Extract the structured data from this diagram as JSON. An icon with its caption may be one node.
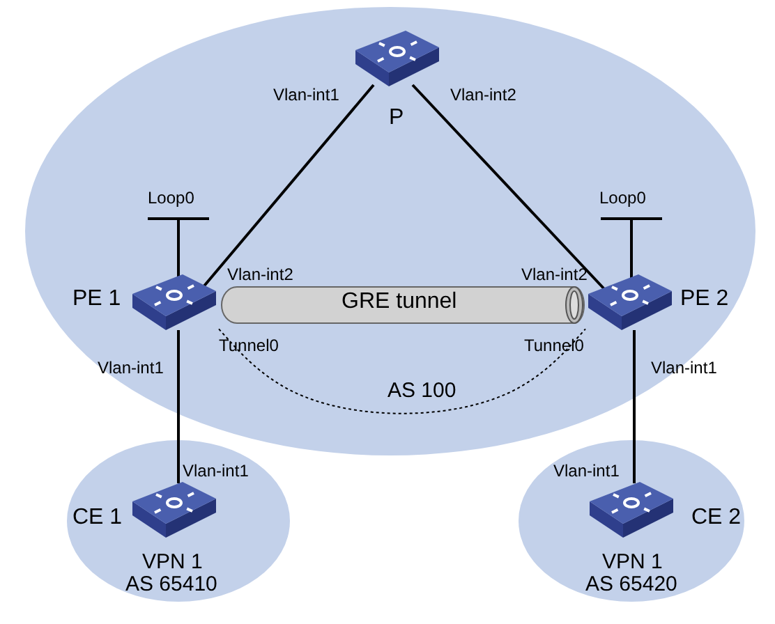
{
  "diagram": {
    "nodes": [
      {
        "text": [
          "AS 100"
        ]
      },
      {
        "text": [
          "P"
        ],
        "in": 0
      },
      {
        "text": [
          "PE 1"
        ],
        "in": 0
      },
      {
        "text": [
          "GRE tunnel"
        ],
        "in": 0
      },
      {
        "text": [
          "PE 2"
        ],
        "in": 0
      },
      {
        "text": [
          "VPN 1",
          "AS 65410"
        ]
      },
      {
        "text": [
          "CE 1"
        ],
        "in": 5
      },
      {
        "text": [
          "VPN 1",
          "AS 65420"
        ]
      },
      {
        "text": [
          "CE 2"
        ],
        "in": 7
      }
    ],
    "edges": [
      {
        "from": 1,
        "to": 2,
        "arrow": "none"
      },
      {
        "from": 1,
        "to": 4,
        "arrow": "none"
      },
      {
        "from": 2,
        "to": 6,
        "arrow": "none"
      },
      {
        "from": 4,
        "to": 8,
        "arrow": "none"
      },
      {
        "from": 2,
        "to": 4,
        "arrow": "none",
        "style": "dashed"
      }
    ],
    "labels": [
      "Vlan-int1",
      "Vlan-int2",
      "Loop0",
      "Loop0",
      "Vlan-int2",
      "Vlan-int2",
      "Tunnel0",
      "Tunnel0",
      "Vlan-int1",
      "Vlan-int1",
      "Vlan-int1",
      "Vlan-int1"
    ]
  }
}
